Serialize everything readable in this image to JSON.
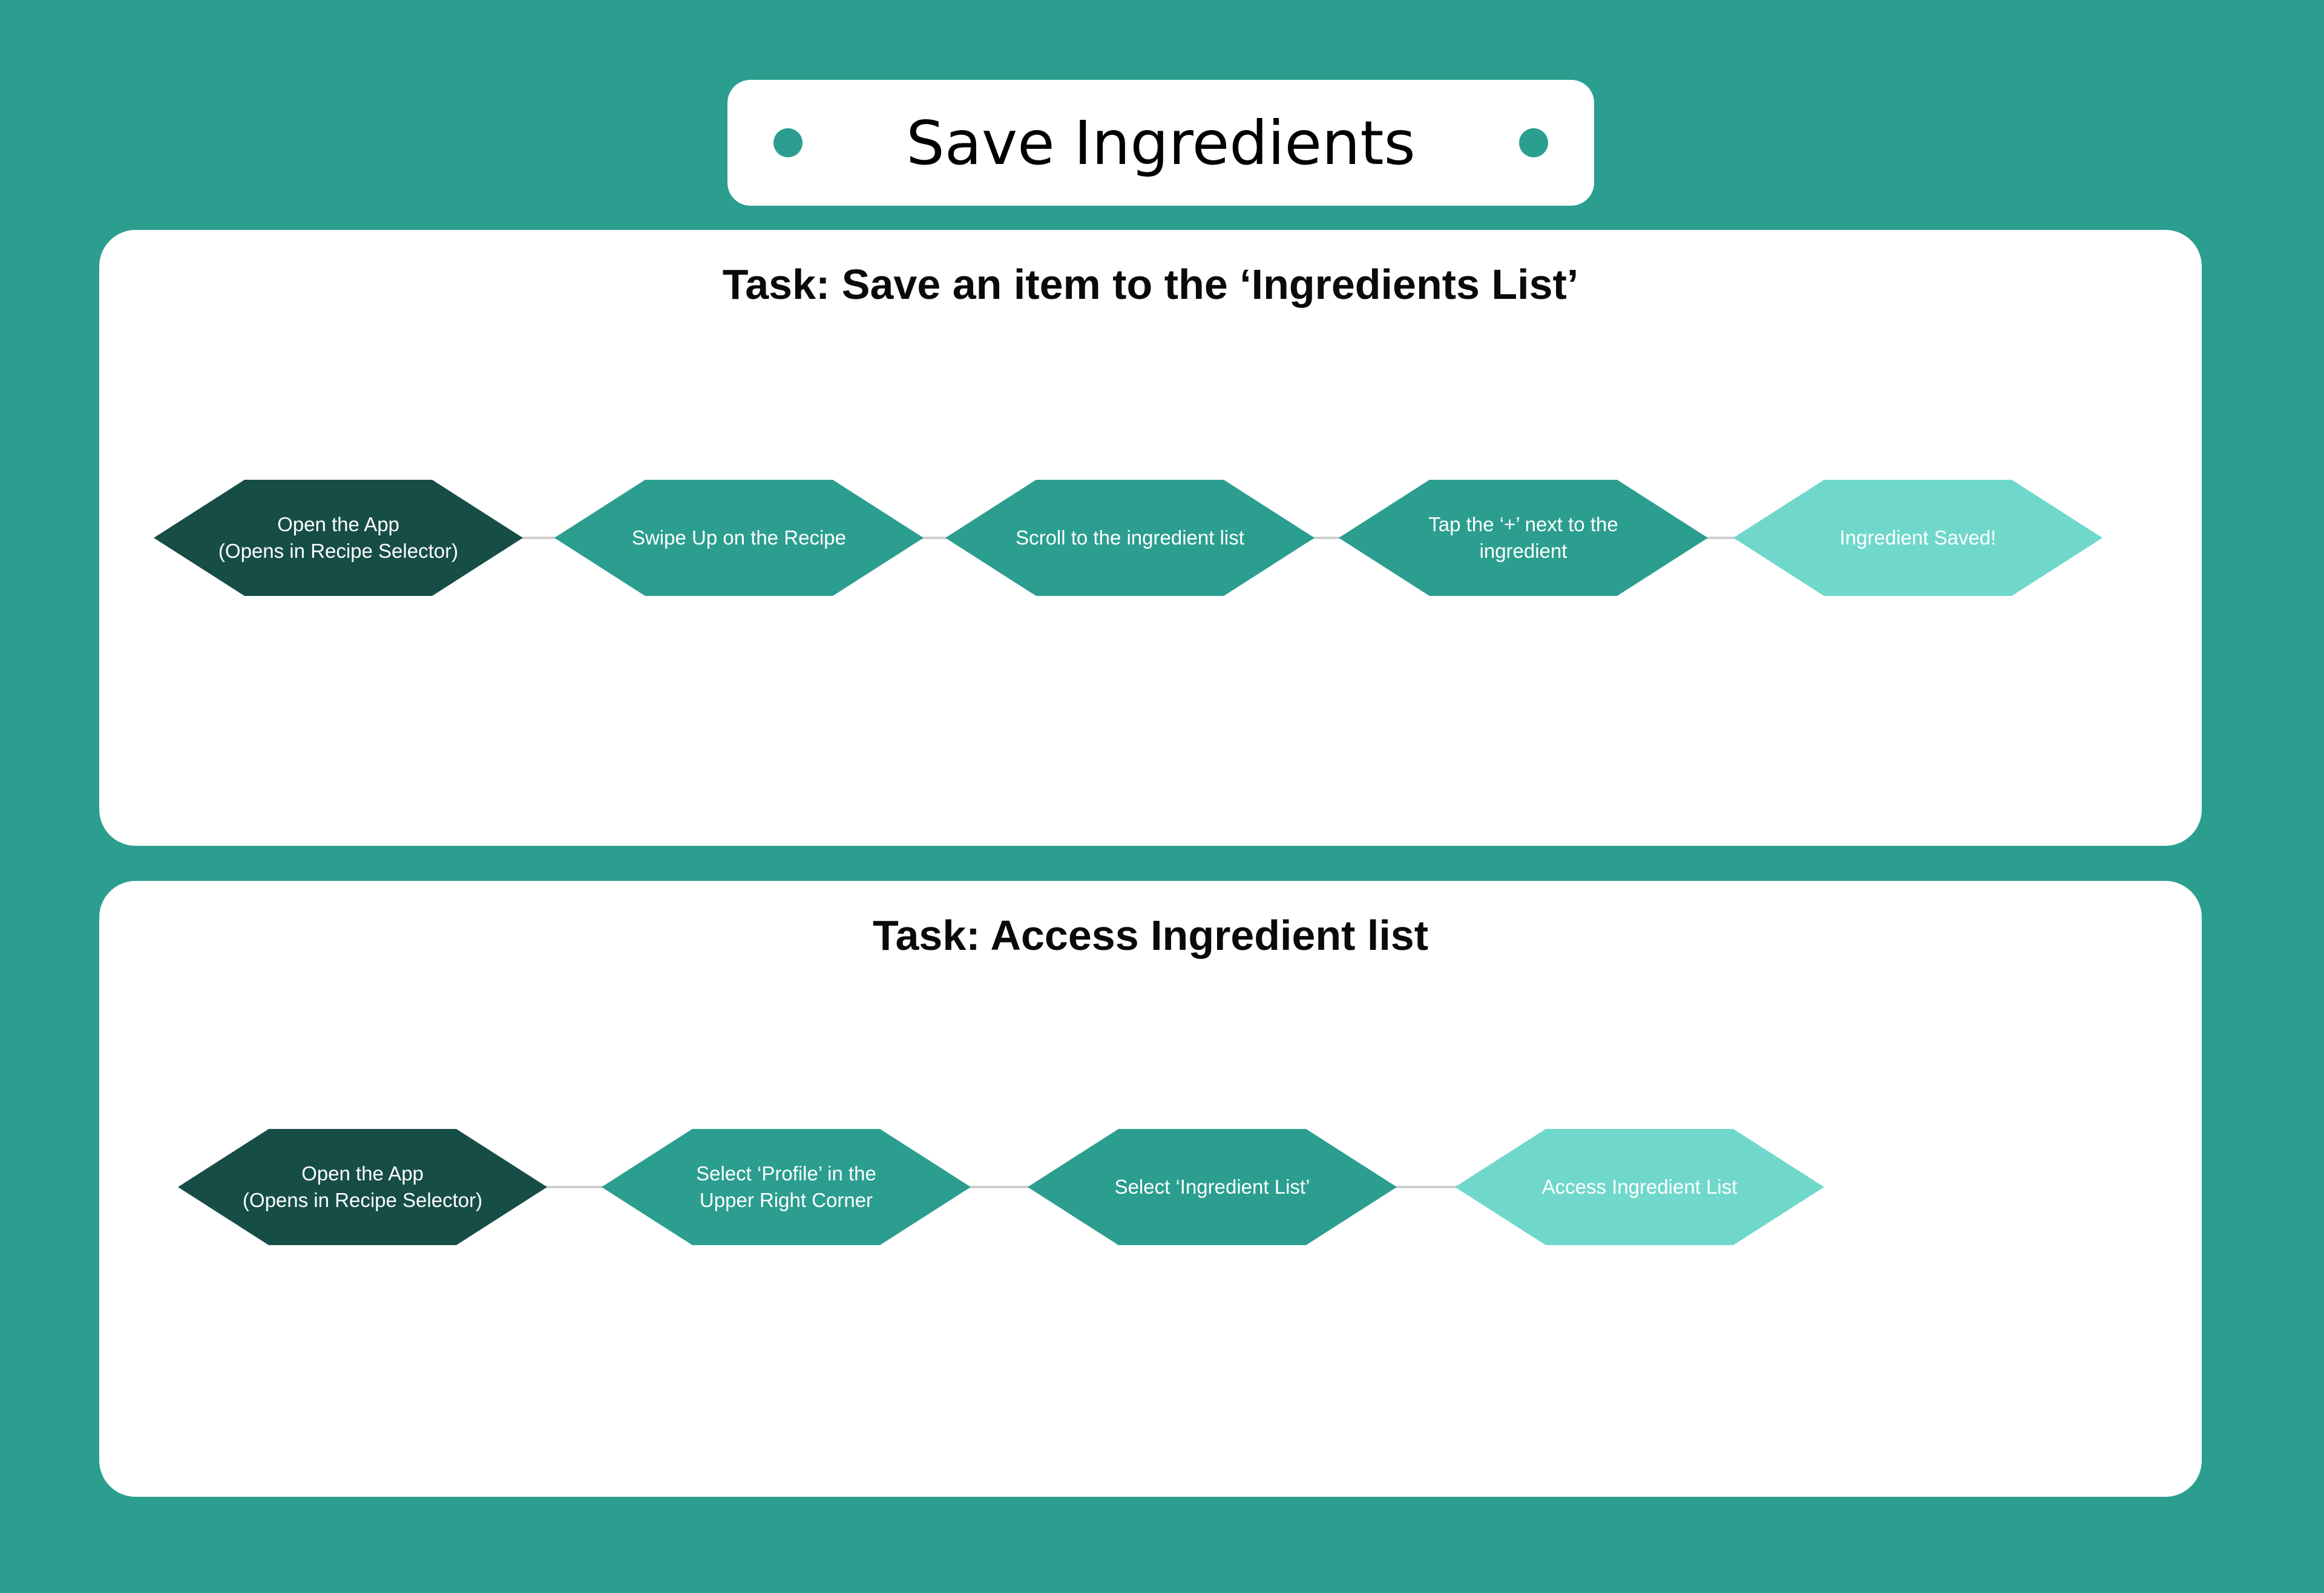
{
  "page_title": "Save Ingredients",
  "colors": {
    "background": "#2b9e8f",
    "dark": "#174d47",
    "mid": "#2b9e8f",
    "light": "#6fd8cb",
    "connector": "#cfcfcf"
  },
  "tasks": [
    {
      "title": "Task: Save an item to the ‘Ingredients List’",
      "steps": [
        {
          "label": "Open the App\n(Opens in Recipe Selector)",
          "tone": "dark"
        },
        {
          "label": "Swipe Up on the Recipe",
          "tone": "mid"
        },
        {
          "label": "Scroll to the ingredient list",
          "tone": "mid"
        },
        {
          "label": "Tap the ‘+’ next to the\ningredient",
          "tone": "mid"
        },
        {
          "label": "Ingredient Saved!",
          "tone": "light"
        }
      ]
    },
    {
      "title": "Task: Access Ingredient list",
      "steps": [
        {
          "label": "Open the App\n(Opens in Recipe Selector)",
          "tone": "dark"
        },
        {
          "label": "Select ‘Profile’ in the\nUpper Right Corner",
          "tone": "mid"
        },
        {
          "label": "Select ‘Ingredient List’",
          "tone": "mid"
        },
        {
          "label": "Access Ingredient List",
          "tone": "light"
        }
      ]
    }
  ]
}
